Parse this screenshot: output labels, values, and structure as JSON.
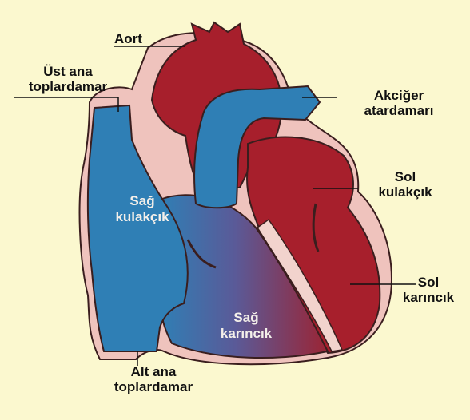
{
  "diagram": {
    "labels": {
      "aort": "Aort",
      "ust_ana_line1": "Üst ana",
      "ust_ana_line2": "toplardamar",
      "akciger_line1": "Akciğer",
      "akciger_line2": "atardamarı",
      "sol_kulakcik_line1": "Sol",
      "sol_kulakcik_line2": "kulakçık",
      "sol_karincik_line1": "Sol",
      "sol_karincik_line2": "karıncık",
      "sag_kulakcik_line1": "Sağ",
      "sag_kulakcik_line2": "kulakçık",
      "sag_karincik_line1": "Sağ",
      "sag_karincik_line2": "karıncık",
      "alt_ana_line1": "Alt ana",
      "alt_ana_line2": "toplardamar"
    },
    "colors": {
      "background": "#fbf8cf",
      "oxygen_poor_blood": "#2f7fb5",
      "oxygen_rich_blood": "#a71f2c",
      "tissue_outline": "#efc3bd",
      "label_text": "#111111"
    }
  }
}
